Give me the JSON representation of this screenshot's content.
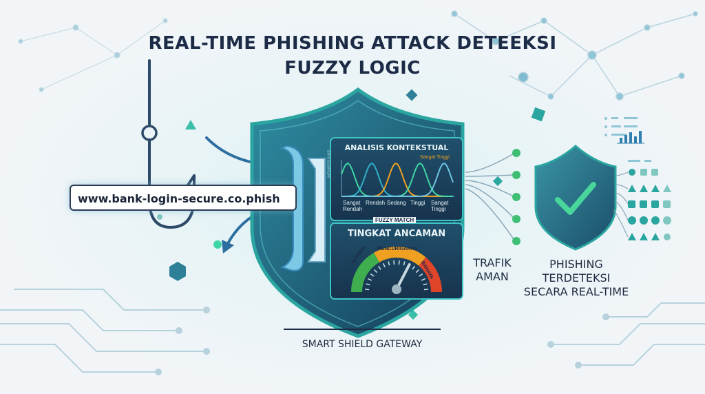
{
  "title": {
    "line1": "REAL-TIME PHISHING ATTACK DETEEKSI",
    "line2": "FUZZY LOGIC"
  },
  "url_text": "www.bank-login-secure.co.phish",
  "analysis_panel": {
    "heading": "ANALISIS KONTEKSTUAL",
    "top_label": "Sangat Tinggi",
    "y_axis_label": "MEMBERSHIP",
    "x_labels": [
      "Sangat Rendah",
      "Rendah",
      "Sedang",
      "Tinggi",
      "Sangat Tinggi"
    ]
  },
  "fuzzy_match_label": "FUZZY MATCH",
  "threat_panel": {
    "heading": "TINGKAT ANCAMAN",
    "gauge_labels": [
      "NORMAL",
      "MENCURIGAKAN",
      "BAHAYA"
    ]
  },
  "gateway_label": "SMART SHIELD GATEWAY",
  "traffic_label": "TRAFIK\nAMAN",
  "result_label": {
    "line1": "PHISHING",
    "line2": "TERDETEKSI",
    "line3": "SECARA REAL-TIME"
  },
  "colors": {
    "navy": "#1c2b46",
    "teal": "#2aa5a0",
    "shield_dark": "#1f4f6b",
    "panel_bg": "#1b3f5a",
    "accent_green": "#3fd6a6",
    "gauge_green": "#3fae4e",
    "gauge_orange": "#f0a020",
    "gauge_red": "#e0452a"
  },
  "icons": [
    "fishing-hook-icon",
    "shield-icon",
    "check-shield-icon",
    "gauge-icon",
    "bar-chart-icon"
  ]
}
